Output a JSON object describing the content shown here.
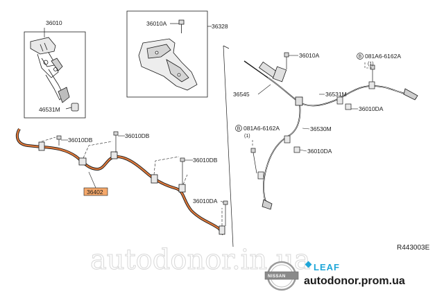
{
  "labels": {
    "pedal_part": "36010",
    "pedal_clip": "46531M",
    "bracket_bolt": "36010A",
    "bracket_part": "36328",
    "front_cable_clip_1": "36010DB",
    "front_cable_clip_2": "36010DB",
    "front_cable_clip_3": "36010DB",
    "front_cable_end_clip": "36010DA",
    "front_cable": "36402",
    "rear_bolt_top": "36010A",
    "rear_bolt_circle_1": "081A6-6162A",
    "rear_bolt_circle_1_qty": "(1)",
    "equalizer": "36545",
    "rear_cable_right": "36531M",
    "rear_clip_right": "36010DA",
    "rear_bolt_circle_2": "081A6-6162A",
    "rear_bolt_circle_2_qty": "(1)",
    "rear_cable_left": "36530M",
    "rear_clip_left": "36010DA",
    "circle_mark": "B"
  },
  "reference_code": "R443003E",
  "watermark": "autodonor.in.ua",
  "brand": {
    "model": "LEAF",
    "logo_text": "NISSAN",
    "site": "autodonor.prom.ua"
  },
  "colors": {
    "highlight_cable": "#e07a3c",
    "highlight_label_bg": "#f6a96b",
    "leaf_blue": "#1ea6d8",
    "line": "#1a1a1a"
  }
}
